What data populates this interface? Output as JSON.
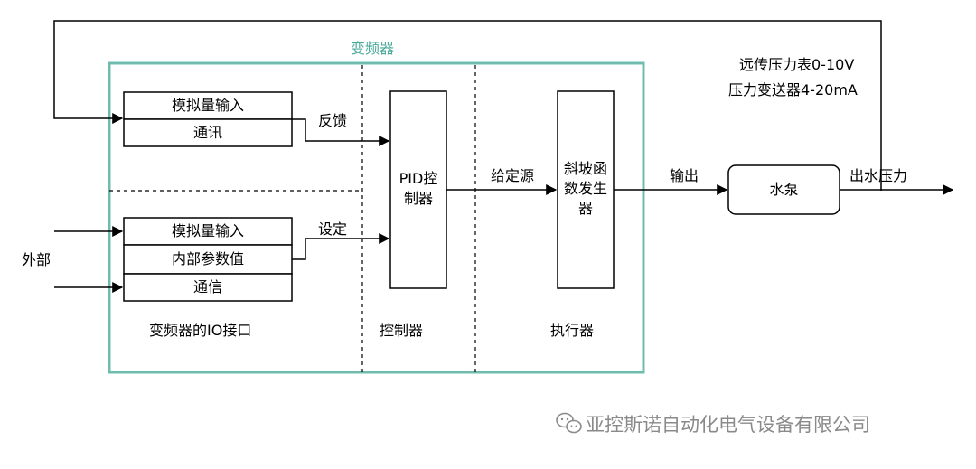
{
  "diagram": {
    "vfd_title": "变频器",
    "feedback_sources": {
      "line1": "远传压力表0-10V",
      "line2": "压力变送器4-20mA"
    },
    "io_block": {
      "top_group": [
        "模拟量输入",
        "通讯"
      ],
      "bottom_group": [
        "模拟量输入",
        "内部参数值",
        "通信"
      ],
      "section_label": "变频器的IO接口"
    },
    "external_label": "外部",
    "feedback_label": "反馈",
    "setpoint_label": "设定",
    "pid_box": [
      "PID控",
      "制器"
    ],
    "controller_label": "控制器",
    "reference_label": "给定源",
    "ramp_box": [
      "斜坡函",
      "数发生",
      "器"
    ],
    "actuator_label": "执行器",
    "output_label": "输出",
    "pump_label": "水泵",
    "outlet_pressure_label": "出水压力"
  },
  "watermark": {
    "icon": "wechat-icon",
    "text": "亚控斯诺自动化电气设备有限公司"
  },
  "colors": {
    "vfd_border": "#6fbcaf",
    "vfd_title": "#4aa99b",
    "watermark": "#8a8a8a"
  }
}
